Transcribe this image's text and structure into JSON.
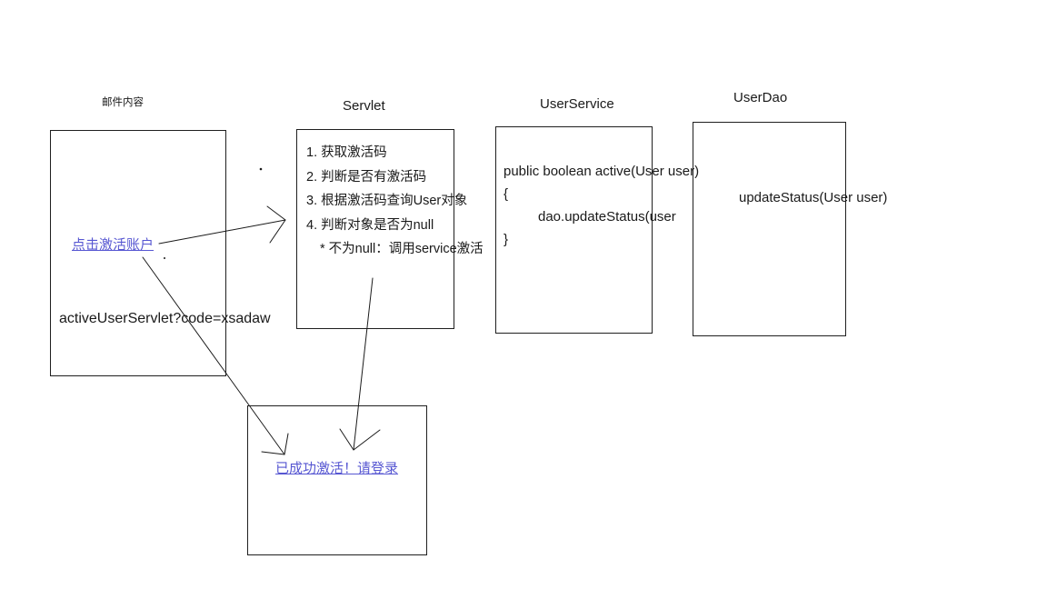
{
  "email": {
    "label": "邮件内容",
    "link": "点击激活账户",
    "url_text": "activeUserServlet?code=xsadaw"
  },
  "servlet": {
    "label": "Servlet",
    "steps": [
      "1. 获取激活码",
      "2. 判断是否有激活码",
      "3. 根据激活码查询User对象",
      "4. 判断对象是否为null",
      "* 不为null：调用service激活"
    ]
  },
  "user_service": {
    "label": "UserService",
    "code_lines": [
      "public boolean active(User user)",
      "{",
      "dao.updateStatus(user",
      "}"
    ]
  },
  "user_dao": {
    "label": "UserDao",
    "method": "updateStatus(User user)"
  },
  "result": {
    "link": "已成功激活！请登录"
  },
  "colors": {
    "link_blue": "#5757d2",
    "line": "#1a1a1a"
  }
}
